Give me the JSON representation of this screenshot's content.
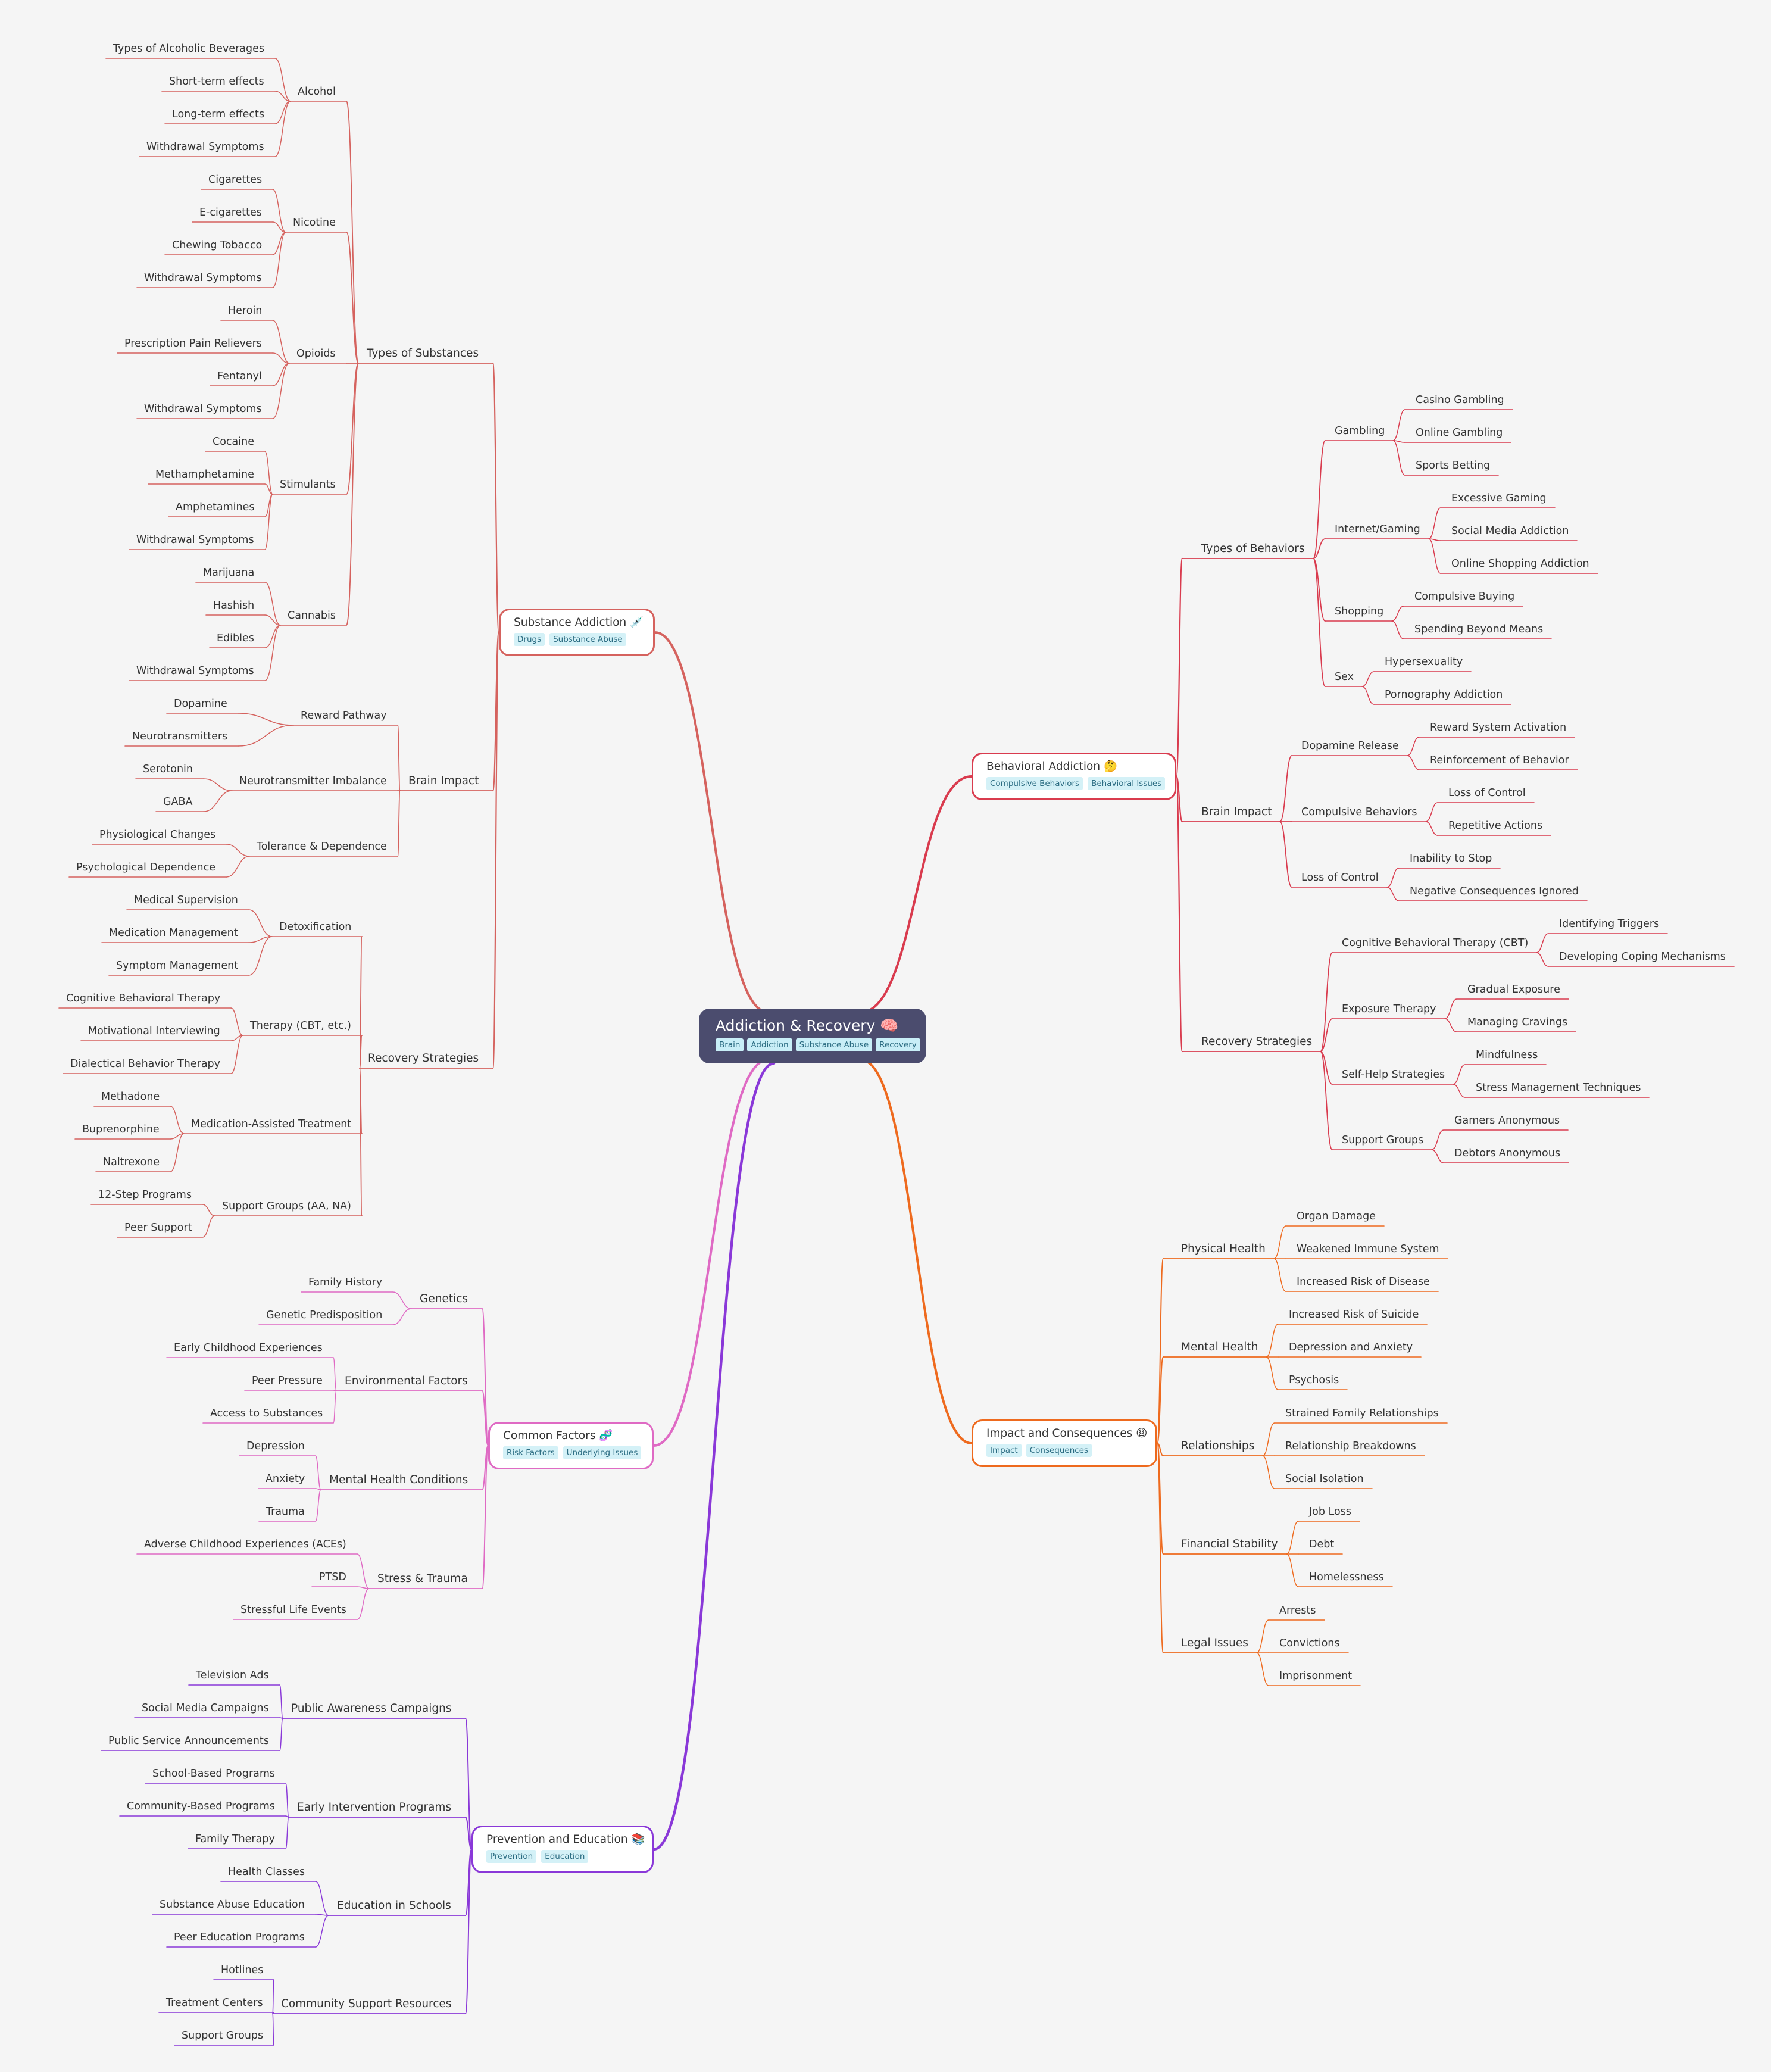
{
  "root": {
    "title": "Addiction & Recovery 🧠",
    "tags": [
      "Brain",
      "Addiction",
      "Substance Abuse",
      "Recovery"
    ]
  },
  "colors": {
    "substance": "#d5625e",
    "common": "#df6ac4",
    "prevention": "#8a38d8",
    "behavioral": "#d93b4e",
    "impact": "#ee6a1e"
  },
  "branches": {
    "substance": {
      "title": "Substance Addiction 💉",
      "tags": [
        "Drugs",
        "Substance Abuse"
      ],
      "children": [
        {
          "label": "Types of Substances",
          "children": [
            {
              "label": "Alcohol",
              "children": [
                "Types of Alcoholic Beverages",
                "Short-term effects",
                "Long-term effects",
                "Withdrawal Symptoms"
              ]
            },
            {
              "label": "Nicotine",
              "children": [
                "Cigarettes",
                "E-cigarettes",
                "Chewing Tobacco",
                "Withdrawal Symptoms"
              ]
            },
            {
              "label": "Opioids",
              "children": [
                "Heroin",
                "Prescription Pain Relievers",
                "Fentanyl",
                "Withdrawal Symptoms"
              ]
            },
            {
              "label": "Stimulants",
              "children": [
                "Cocaine",
                "Methamphetamine",
                "Amphetamines",
                "Withdrawal Symptoms"
              ]
            },
            {
              "label": "Cannabis",
              "children": [
                "Marijuana",
                "Hashish",
                "Edibles",
                "Withdrawal Symptoms"
              ]
            }
          ]
        },
        {
          "label": "Brain Impact",
          "children": [
            {
              "label": "Reward Pathway",
              "children": [
                "Dopamine",
                "Neurotransmitters"
              ]
            },
            {
              "label": "Neurotransmitter Imbalance",
              "children": [
                "Serotonin",
                "GABA"
              ]
            },
            {
              "label": "Tolerance & Dependence",
              "children": [
                "Physiological Changes",
                "Psychological Dependence"
              ]
            }
          ]
        },
        {
          "label": "Recovery Strategies",
          "children": [
            {
              "label": "Detoxification",
              "children": [
                "Medical Supervision",
                "Medication Management",
                "Symptom Management"
              ]
            },
            {
              "label": "Therapy (CBT, etc.)",
              "children": [
                "Cognitive Behavioral Therapy",
                "Motivational Interviewing",
                "Dialectical Behavior Therapy"
              ]
            },
            {
              "label": "Medication-Assisted Treatment",
              "children": [
                "Methadone",
                "Buprenorphine",
                "Naltrexone"
              ]
            },
            {
              "label": "Support Groups (AA, NA)",
              "children": [
                "12-Step Programs",
                "Peer Support"
              ]
            }
          ]
        }
      ]
    },
    "common": {
      "title": "Common Factors 🧬",
      "tags": [
        "Risk Factors",
        "Underlying Issues"
      ],
      "children": [
        {
          "label": "Genetics",
          "children": [
            "Family History",
            "Genetic Predisposition"
          ]
        },
        {
          "label": "Environmental Factors",
          "children": [
            "Early Childhood Experiences",
            "Peer Pressure",
            "Access to Substances"
          ]
        },
        {
          "label": "Mental Health Conditions",
          "children": [
            "Depression",
            "Anxiety",
            "Trauma"
          ]
        },
        {
          "label": "Stress & Trauma",
          "children": [
            "Adverse Childhood Experiences (ACEs)",
            "PTSD",
            "Stressful Life Events"
          ]
        }
      ]
    },
    "prevention": {
      "title": "Prevention and Education 📚",
      "tags": [
        "Prevention",
        "Education"
      ],
      "children": [
        {
          "label": "Public Awareness Campaigns",
          "children": [
            "Television Ads",
            "Social Media Campaigns",
            "Public Service Announcements"
          ]
        },
        {
          "label": "Early Intervention Programs",
          "children": [
            "School-Based Programs",
            "Community-Based Programs",
            "Family Therapy"
          ]
        },
        {
          "label": "Education in Schools",
          "children": [
            "Health Classes",
            "Substance Abuse Education",
            "Peer Education Programs"
          ]
        },
        {
          "label": "Community Support Resources",
          "children": [
            "Hotlines",
            "Treatment Centers",
            "Support Groups"
          ]
        }
      ]
    },
    "behavioral": {
      "title": "Behavioral Addiction 🤔",
      "tags": [
        "Compulsive Behaviors",
        "Behavioral Issues"
      ],
      "children": [
        {
          "label": "Types of Behaviors",
          "children": [
            {
              "label": "Gambling",
              "children": [
                "Casino Gambling",
                "Online Gambling",
                "Sports Betting"
              ]
            },
            {
              "label": "Internet/Gaming",
              "children": [
                "Excessive Gaming",
                "Social Media Addiction",
                "Online Shopping Addiction"
              ]
            },
            {
              "label": "Shopping",
              "children": [
                "Compulsive Buying",
                "Spending Beyond Means"
              ]
            },
            {
              "label": "Sex",
              "children": [
                "Hypersexuality",
                "Pornography Addiction"
              ]
            }
          ]
        },
        {
          "label": "Brain Impact",
          "children": [
            {
              "label": "Dopamine Release",
              "children": [
                "Reward System Activation",
                "Reinforcement of Behavior"
              ]
            },
            {
              "label": "Compulsive Behaviors",
              "children": [
                "Loss of Control",
                "Repetitive Actions"
              ]
            },
            {
              "label": "Loss of Control",
              "children": [
                "Inability to Stop",
                "Negative Consequences Ignored"
              ]
            }
          ]
        },
        {
          "label": "Recovery Strategies",
          "children": [
            {
              "label": "Cognitive Behavioral Therapy (CBT)",
              "children": [
                "Identifying Triggers",
                "Developing Coping Mechanisms"
              ]
            },
            {
              "label": "Exposure Therapy",
              "children": [
                "Gradual Exposure",
                "Managing Cravings"
              ]
            },
            {
              "label": "Self-Help Strategies",
              "children": [
                "Mindfulness",
                "Stress Management Techniques"
              ]
            },
            {
              "label": "Support Groups",
              "children": [
                "Gamers Anonymous",
                "Debtors Anonymous"
              ]
            }
          ]
        }
      ]
    },
    "impact": {
      "title": "Impact and Consequences 😩",
      "tags": [
        "Impact",
        "Consequences"
      ],
      "children": [
        {
          "label": "Physical Health",
          "children": [
            "Organ Damage",
            "Weakened Immune System",
            "Increased Risk of Disease"
          ]
        },
        {
          "label": "Mental Health",
          "children": [
            "Increased Risk of Suicide",
            "Depression and Anxiety",
            "Psychosis"
          ]
        },
        {
          "label": "Relationships",
          "children": [
            "Strained Family Relationships",
            "Relationship Breakdowns",
            "Social Isolation"
          ]
        },
        {
          "label": "Financial Stability",
          "children": [
            "Job Loss",
            "Debt",
            "Homelessness"
          ]
        },
        {
          "label": "Legal Issues",
          "children": [
            "Arrests",
            "Convictions",
            "Imprisonment"
          ]
        }
      ]
    }
  }
}
